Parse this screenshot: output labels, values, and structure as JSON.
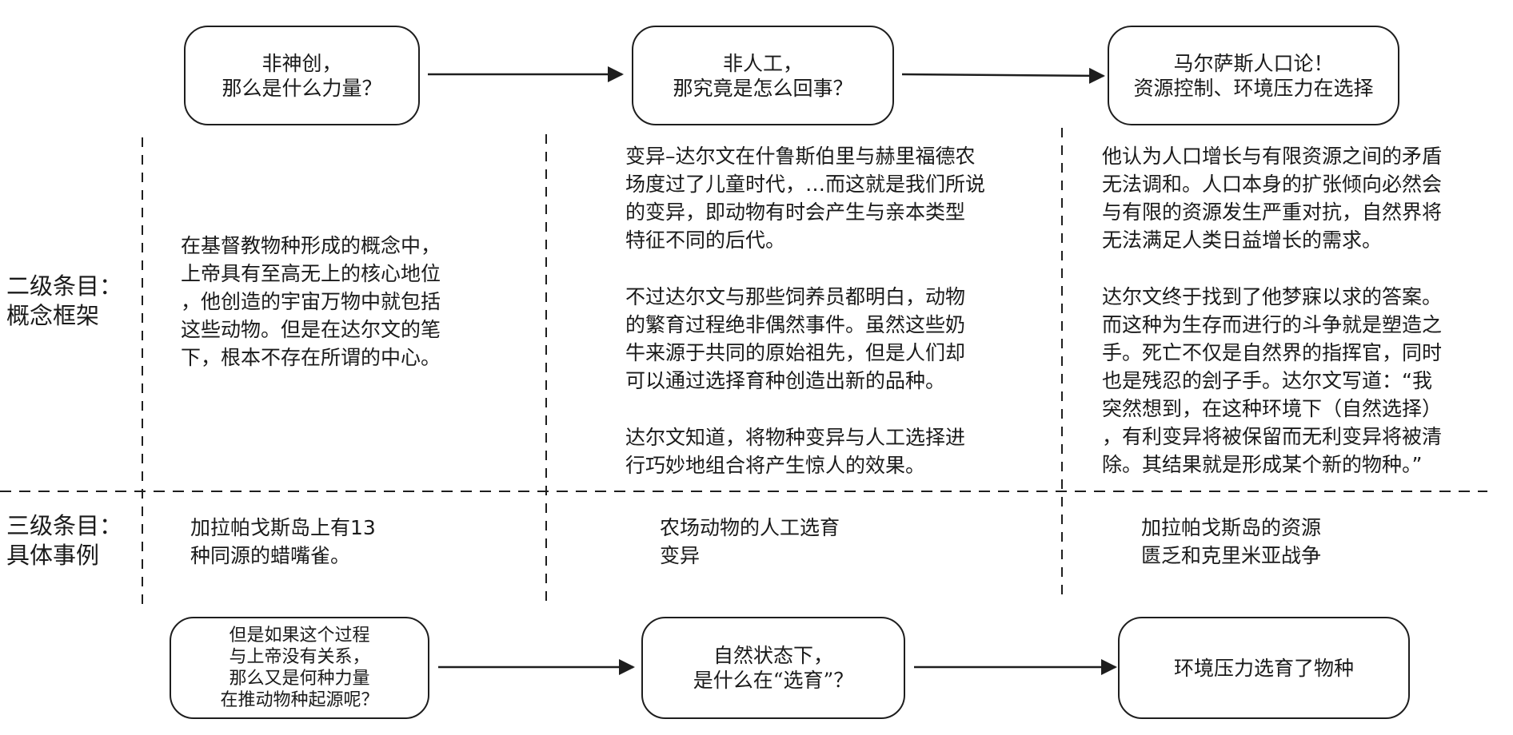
{
  "top_boxes": [
    {
      "text": "非神创，\n那么是什么力量？"
    },
    {
      "text": "非人工，\n那究竟是怎么回事？"
    },
    {
      "text": "马尔萨斯人口论！\n资源控制、环境压力在选择"
    }
  ],
  "bottom_boxes": [
    {
      "text": "但是如果这个过程\n与上帝没有关系，\n那么又是何种力量\n在推动物种起源呢？"
    },
    {
      "text": "自然状态下，\n是什么在“选育”？"
    },
    {
      "text": "环境压力选育了物种"
    }
  ],
  "row_labels": {
    "level2": "二级条目：\n概念框架",
    "level3": "三级条目：\n具体事例"
  },
  "concept": {
    "col1": [
      "在基督教物种形成的概念中，\n上帝具有至高无上的核心地位\n，他创造的宇宙万物中就包括\n这些动物。但是在达尔文的笔\n下，根本不存在所谓的中心。"
    ],
    "col2": [
      "变异–达尔文在什鲁斯伯里与赫里福德农\n场度过了儿童时代，…而这就是我们所说\n的变异，即动物有时会产生与亲本类型\n特征不同的后代。",
      "不过达尔文与那些饲养员都明白，动物\n的繁育过程绝非偶然事件。虽然这些奶\n牛来源于共同的原始祖先，但是人们却\n可以通过选择育种创造出新的品种。",
      "达尔文知道，将物种变异与人工选择进\n行巧妙地组合将产生惊人的效果。"
    ],
    "col3": [
      "他认为人口增长与有限资源之间的矛盾\n无法调和。人口本身的扩张倾向必然会\n与有限的资源发生严重对抗，自然界将\n无法满足人类日益增长的需求。",
      "达尔文终于找到了他梦寐以求的答案。\n而这种为生存而进行的斗争就是塑造之\n手。死亡不仅是自然界的指挥官，同时\n也是残忍的刽子手。达尔文写道：“我\n突然想到，在这种环境下（自然选择）\n，有利变异将被保留而无利变异将被清\n除。其结果就是形成某个新的物种。”"
    ]
  },
  "examples": [
    "加拉帕戈斯岛上有13\n种同源的蜡嘴雀。",
    "农场动物的人工选育\n变异",
    "加拉帕戈斯岛的资源\n匮乏和克里米亚战争"
  ],
  "colors": {
    "stroke": "#1e1e1e",
    "text": "#1a1a1a",
    "background": "#ffffff"
  }
}
